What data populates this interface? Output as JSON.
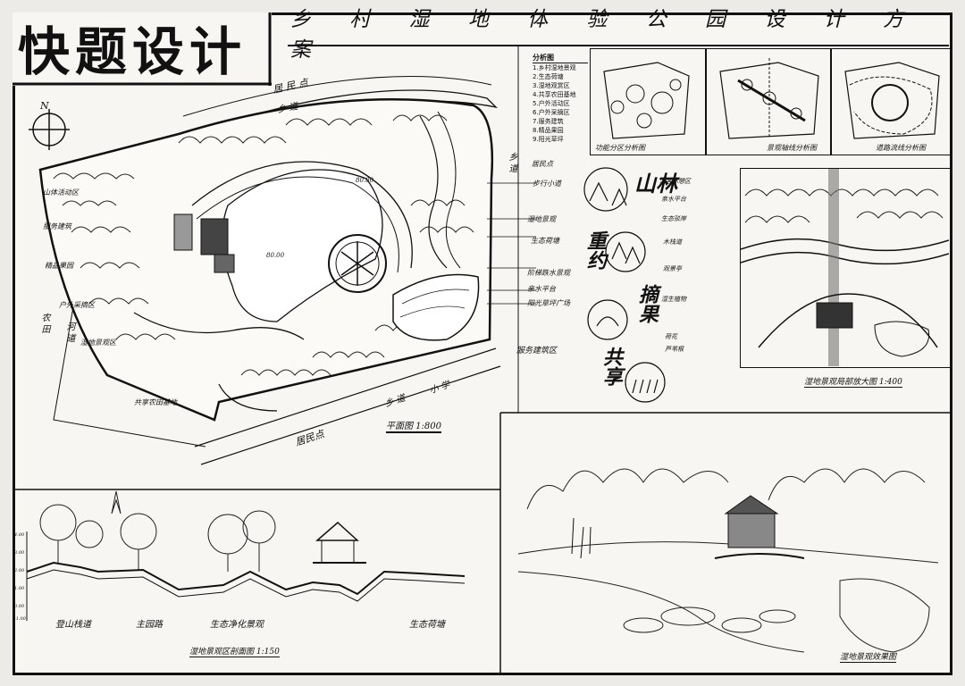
{
  "title": {
    "logo_text": "快题设计",
    "main": "乡 村 湿 地 体 验 公 园 设 计 方 案"
  },
  "plan": {
    "compass": "N",
    "road_top": "居 民 点",
    "road_top2": "乡 道",
    "road_bottom": "居民点",
    "road_bottom2": "乡 道",
    "road_right": "乡 道",
    "school": "小 学",
    "field": "农 田",
    "field2": "河 道",
    "caption": "平面图 1:800",
    "elev1": "80.00",
    "elev2": "80.00",
    "left_labels": [
      "山体活动区",
      "服务建筑",
      "精品果园",
      "户外采摘区",
      "湿地景观区",
      "共享农田基地"
    ],
    "right_labels": [
      "居民点",
      "步行小道",
      "湿地景观",
      "生态荷塘",
      "阶梯跌水景观",
      "亲水平台",
      "阳光草坪广场"
    ],
    "bottom_label": "服务建筑区"
  },
  "analysis": {
    "heading": "分析图",
    "list": [
      "1.乡村湿地景观",
      "2.生态荷塘",
      "3.湿地观赏区",
      "4.共享农田基地",
      "5.户外活动区",
      "6.户外采摘区",
      "7.服务建筑",
      "8.精品果园",
      "9.阳光草坪"
    ],
    "captions": [
      "功能分区分析图",
      "景观轴线分析图",
      "道路流线分析图"
    ]
  },
  "sketches": {
    "big_chars": [
      "山林",
      "重约",
      "摘果",
      "共享"
    ]
  },
  "detail": {
    "labels": [
      "游客休憩区",
      "亲水平台",
      "生态驳岸",
      "木栈道",
      "观景亭",
      "湿生植物",
      "荷花",
      "芦苇根"
    ],
    "caption": "湿地景观局部放大图 1:400"
  },
  "section": {
    "scale_marks": [
      "4.00",
      "3.00",
      "2.00",
      "1.00",
      "0.00",
      "-1.00"
    ],
    "labels": [
      "登山栈道",
      "主园路",
      "生态净化景观",
      "生态荷塘"
    ],
    "caption": "湿地景观区剖面图 1:150"
  },
  "perspective": {
    "caption": "湿地景观效果图"
  }
}
